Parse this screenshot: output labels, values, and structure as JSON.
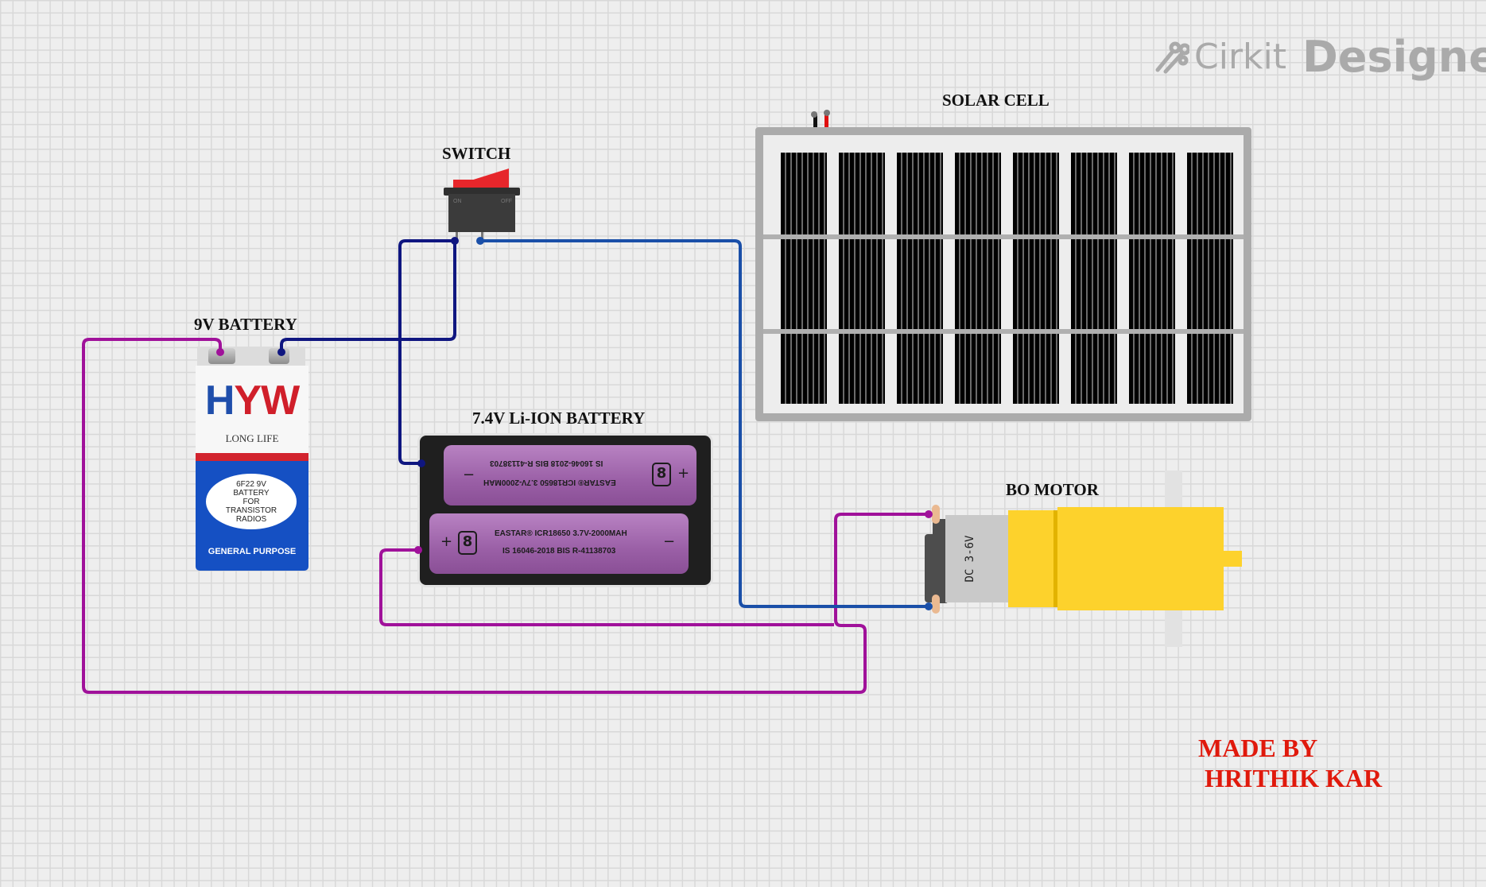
{
  "app": {
    "brand": {
      "name_part1": "Cirkit",
      "name_part2": "Designer",
      "icon": "circuit-traces-icon"
    }
  },
  "components": {
    "switch": {
      "label": "SWITCH",
      "on_text": "ON",
      "off_text": "OFF",
      "rocker_color": "#e6262b"
    },
    "battery_9v": {
      "label": "9V BATTERY",
      "brand_h": "H",
      "brand_yw": "YW",
      "tagline": "LONG LIFE",
      "spec_lines": [
        "6F22 9V",
        "BATTERY",
        "FOR",
        "TRANSISTOR",
        "RADIOS"
      ],
      "footer": "GENERAL PURPOSE"
    },
    "li_ion_battery": {
      "label": "7.4V Li-ION BATTERY",
      "cell_line1": "EASTAR® ICR18650 3.7V-2000MAH",
      "cell_line2": "IS 16046-2018 BIS R-41138703",
      "plus": "+",
      "minus": "−"
    },
    "solar_cell": {
      "label": "SOLAR CELL",
      "cells": 8
    },
    "bo_motor": {
      "label": "BO MOTOR",
      "rating": "DC 3-6V",
      "body_color": "#fdd22c"
    }
  },
  "wires": {
    "magenta": "#a0119a",
    "navy": "#0f1680",
    "blue": "#1a4fa8"
  },
  "credit": {
    "line1": "MADE BY",
    "line2": "HRITHIK KAR",
    "color": "#e0190c"
  }
}
